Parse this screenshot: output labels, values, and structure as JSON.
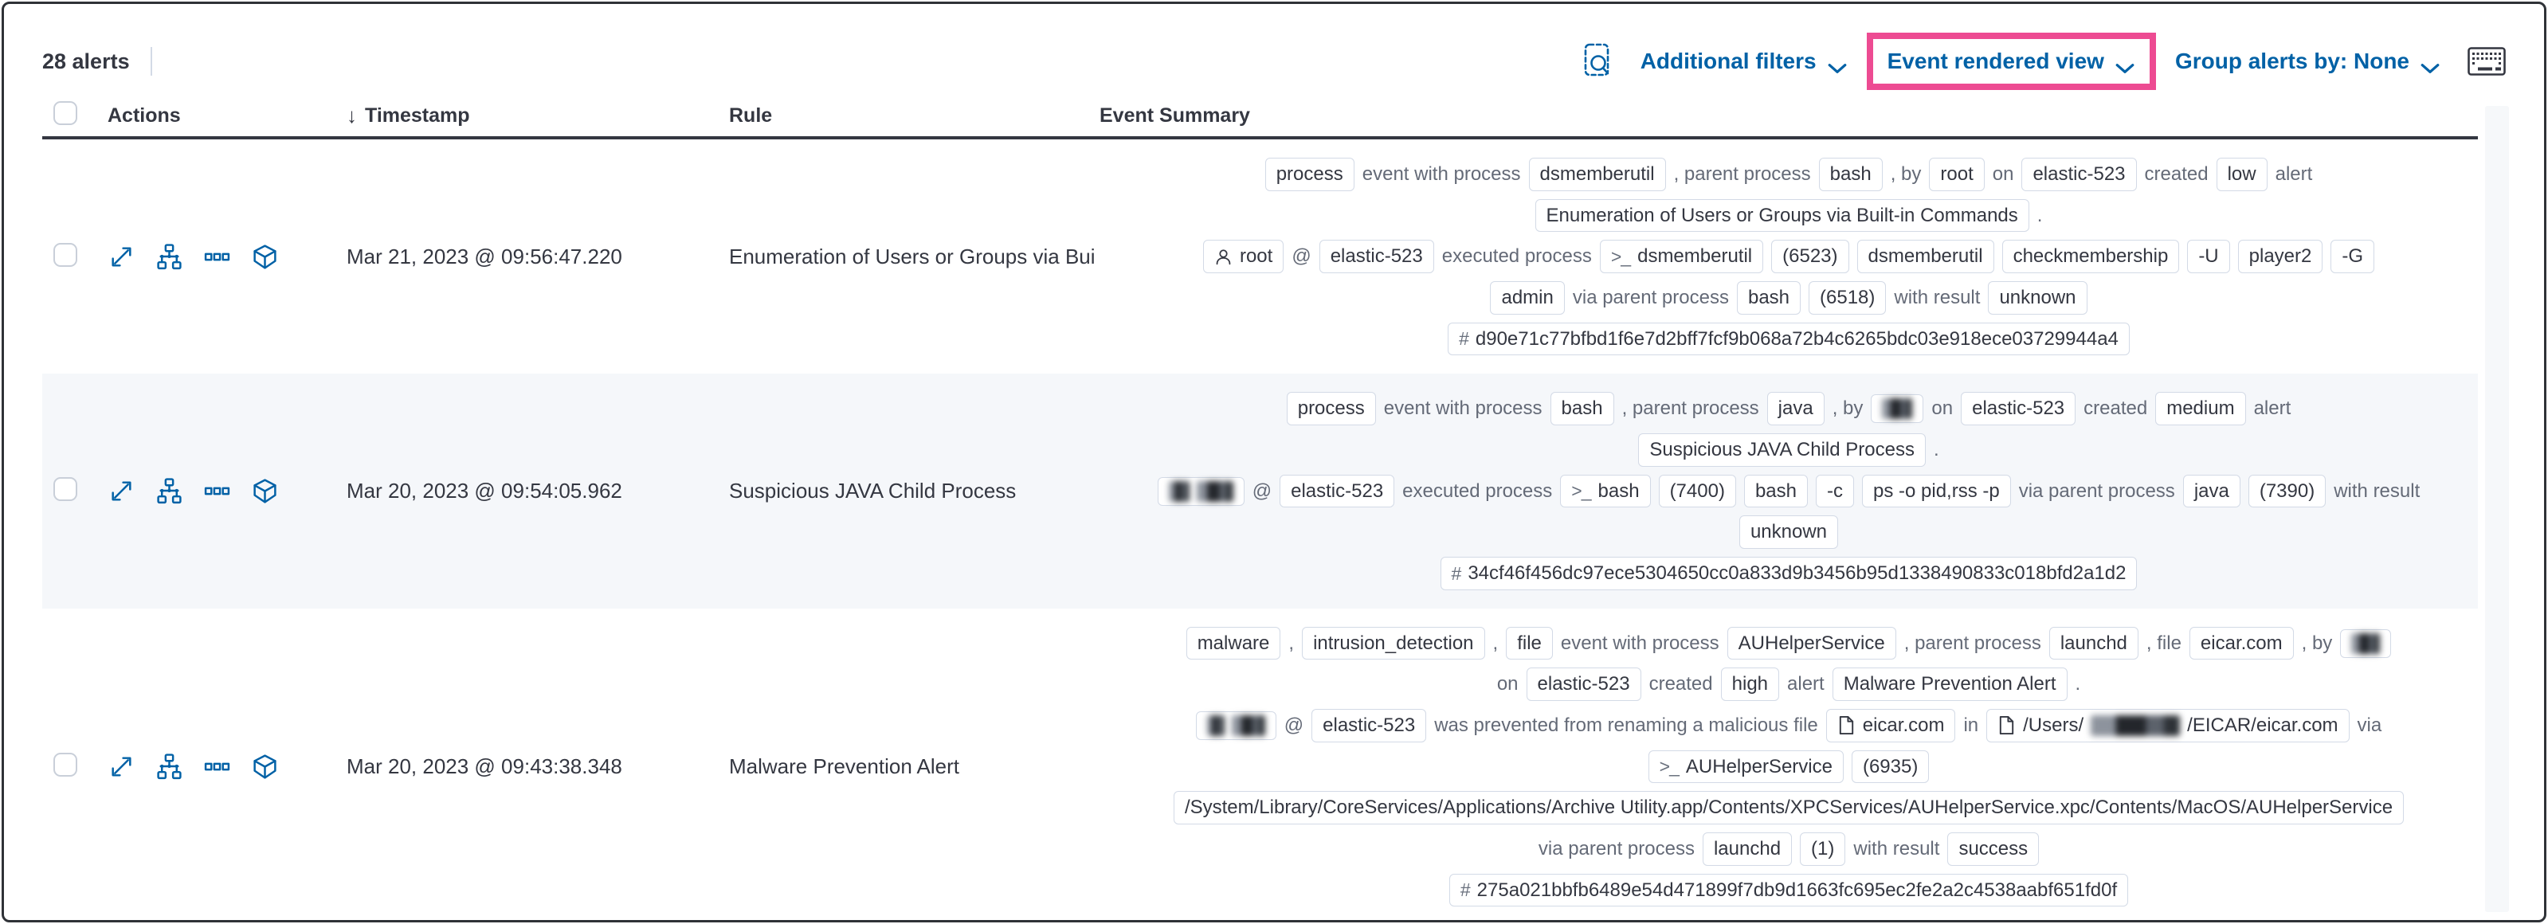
{
  "colors": {
    "accent_pink": "#ed4b92",
    "link_blue": "#0061a6",
    "row_stripe": "#f5f7fa",
    "badge_border": "#d3dae6",
    "text_dark": "#343741",
    "text_gray": "#646a77"
  },
  "toolbar": {
    "alert_count": "28 alerts",
    "additional_filters_label": "Additional filters",
    "view_selector_label": "Event rendered view",
    "group_alerts_label": "Group alerts by: None"
  },
  "table": {
    "headers": {
      "actions": "Actions",
      "timestamp": "Timestamp",
      "rule": "Rule",
      "event_summary": "Event Summary"
    },
    "sort_arrow": "↓",
    "rows": [
      {
        "timestamp": "Mar 21, 2023 @ 09:56:47.220",
        "rule": "Enumeration of Users or Groups via Bui",
        "summary": [
          [
            {
              "t": "badge",
              "v": "process"
            },
            {
              "t": "text",
              "v": "event with process"
            },
            {
              "t": "badge",
              "v": "dsmemberutil"
            },
            {
              "t": "text",
              "v": ", parent process"
            },
            {
              "t": "badge",
              "v": "bash"
            },
            {
              "t": "text",
              "v": ", by"
            },
            {
              "t": "badge",
              "v": "root"
            },
            {
              "t": "text",
              "v": "on"
            },
            {
              "t": "badge",
              "v": "elastic-523"
            },
            {
              "t": "text",
              "v": "created"
            },
            {
              "t": "badge",
              "v": "low"
            },
            {
              "t": "text",
              "v": "alert"
            }
          ],
          [
            {
              "t": "badge",
              "v": "Enumeration of Users or Groups via Built-in Commands"
            },
            {
              "t": "text",
              "v": "."
            }
          ],
          [
            {
              "t": "badge",
              "v": "root",
              "icon": "user"
            },
            {
              "t": "text",
              "v": "@"
            },
            {
              "t": "badge",
              "v": "elastic-523"
            },
            {
              "t": "text",
              "v": "executed process"
            },
            {
              "t": "badge",
              "v": "dsmemberutil",
              "icon": "terminal"
            },
            {
              "t": "badge",
              "v": "(6523)"
            },
            {
              "t": "badge",
              "v": "dsmemberutil"
            },
            {
              "t": "badge",
              "v": "checkmembership"
            },
            {
              "t": "badge",
              "v": "-U"
            },
            {
              "t": "badge",
              "v": "player2"
            },
            {
              "t": "badge",
              "v": "-G"
            }
          ],
          [
            {
              "t": "badge",
              "v": "admin"
            },
            {
              "t": "text",
              "v": "via parent process"
            },
            {
              "t": "badge",
              "v": "bash"
            },
            {
              "t": "badge",
              "v": "(6518)"
            },
            {
              "t": "text",
              "v": "with result"
            },
            {
              "t": "badge",
              "v": "unknown"
            }
          ],
          [
            {
              "t": "badge",
              "v": "d90e71c77bfbd1f6e7d2bff7fcf9b068a72b4c6265bdc03e918ece03729944a4",
              "icon": "hash"
            }
          ]
        ]
      },
      {
        "timestamp": "Mar 20, 2023 @ 09:54:05.962",
        "rule": "Suspicious JAVA Child Process",
        "summary": [
          [
            {
              "t": "badge",
              "v": "process"
            },
            {
              "t": "text",
              "v": "event with process"
            },
            {
              "t": "badge",
              "v": "bash"
            },
            {
              "t": "text",
              "v": ", parent process"
            },
            {
              "t": "badge",
              "v": "java"
            },
            {
              "t": "text",
              "v": ", by"
            },
            {
              "t": "badge",
              "parts": [
                38
              ]
            },
            {
              "t": "text",
              "v": "on"
            },
            {
              "t": "badge",
              "v": "elastic-523"
            },
            {
              "t": "text",
              "v": "created"
            },
            {
              "t": "badge",
              "v": "medium"
            },
            {
              "t": "text",
              "v": "alert"
            }
          ],
          [
            {
              "t": "badge",
              "v": "Suspicious JAVA Child Process"
            },
            {
              "t": "text",
              "v": "."
            }
          ],
          [
            {
              "t": "badge",
              "parts": [
                26,
                46
              ]
            },
            {
              "t": "text",
              "v": "@"
            },
            {
              "t": "badge",
              "v": "elastic-523"
            },
            {
              "t": "text",
              "v": "executed process"
            },
            {
              "t": "badge",
              "v": "bash",
              "icon": "terminal"
            },
            {
              "t": "badge",
              "v": "(7400)"
            },
            {
              "t": "badge",
              "v": "bash"
            },
            {
              "t": "badge",
              "v": "-c"
            },
            {
              "t": "badge",
              "v": "ps -o pid,rss -p"
            },
            {
              "t": "text",
              "v": "via parent process"
            },
            {
              "t": "badge",
              "v": "java"
            },
            {
              "t": "badge",
              "v": "(7390)"
            },
            {
              "t": "text",
              "v": "with result"
            }
          ],
          [
            {
              "t": "badge",
              "v": "unknown"
            }
          ],
          [
            {
              "t": "badge",
              "v": "34cf46f456dc97ece5304650cc0a833d9b3456b95d1338490833c018bfd2a1d2",
              "icon": "hash"
            }
          ]
        ]
      },
      {
        "timestamp": "Mar 20, 2023 @ 09:43:38.348",
        "rule": "Malware Prevention Alert",
        "summary": [
          [
            {
              "t": "badge",
              "v": "malware"
            },
            {
              "t": "text",
              "v": ","
            },
            {
              "t": "badge",
              "v": "intrusion_detection"
            },
            {
              "t": "text",
              "v": ","
            },
            {
              "t": "badge",
              "v": "file"
            },
            {
              "t": "text",
              "v": "event with process"
            },
            {
              "t": "badge",
              "v": "AUHelperService"
            },
            {
              "t": "text",
              "v": ", parent process"
            },
            {
              "t": "badge",
              "v": "launchd"
            },
            {
              "t": "text",
              "v": ", file"
            },
            {
              "t": "badge",
              "v": "eicar.com"
            },
            {
              "t": "text",
              "v": ", by"
            },
            {
              "t": "badge",
              "parts": [
                36
              ]
            }
          ],
          [
            {
              "t": "text",
              "v": "on"
            },
            {
              "t": "badge",
              "v": "elastic-523"
            },
            {
              "t": "text",
              "v": "created"
            },
            {
              "t": "badge",
              "v": "high"
            },
            {
              "t": "text",
              "v": "alert"
            },
            {
              "t": "badge",
              "v": "Malware Prevention Alert"
            },
            {
              "t": "text",
              "v": "."
            }
          ],
          [
            {
              "t": "badge",
              "parts": [
                22,
                42
              ]
            },
            {
              "t": "text",
              "v": "@"
            },
            {
              "t": "badge",
              "v": "elastic-523"
            },
            {
              "t": "text",
              "v": "was prevented from renaming a malicious file"
            },
            {
              "t": "badge",
              "v": "eicar.com",
              "icon": "file"
            },
            {
              "t": "text",
              "v": "in"
            },
            {
              "t": "badge",
              "icon": "file",
              "parts": [
                "/Users/",
                112,
                "/EICAR/eicar.com"
              ]
            },
            {
              "t": "text",
              "v": "via"
            }
          ],
          [
            {
              "t": "badge",
              "v": "AUHelperService",
              "icon": "terminal"
            },
            {
              "t": "badge",
              "v": "(6935)"
            }
          ],
          [
            {
              "t": "badge",
              "v": "/System/Library/CoreServices/Applications/Archive Utility.app/Contents/XPCServices/AUHelperService.xpc/Contents/MacOS/AUHelperService"
            }
          ],
          [
            {
              "t": "text",
              "v": "via parent process"
            },
            {
              "t": "badge",
              "v": "launchd"
            },
            {
              "t": "badge",
              "v": "(1)"
            },
            {
              "t": "text",
              "v": "with result"
            },
            {
              "t": "badge",
              "v": "success"
            }
          ],
          [
            {
              "t": "badge",
              "v": "275a021bbfb6489e54d471899f7db9d1663fc695ec2fe2a2c4538aabf651fd0f",
              "icon": "hash"
            }
          ]
        ]
      }
    ]
  }
}
